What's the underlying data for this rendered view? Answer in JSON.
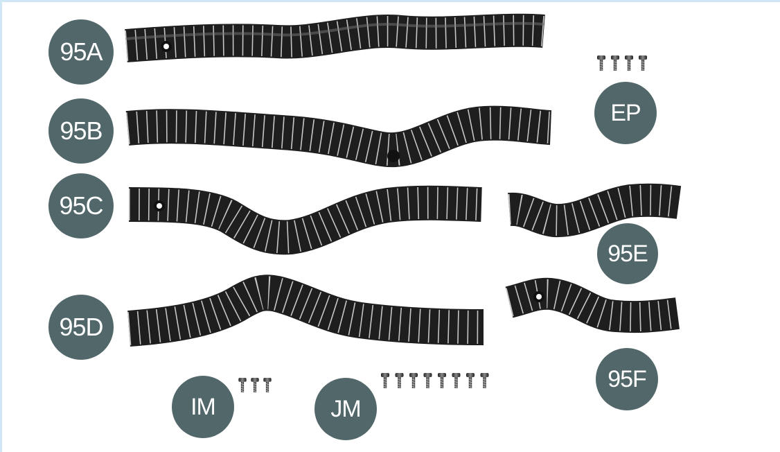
{
  "parts": {
    "hose_95a": {
      "label": "95A"
    },
    "hose_95b": {
      "label": "95B"
    },
    "hose_95c": {
      "label": "95C"
    },
    "hose_95d": {
      "label": "95D"
    },
    "hose_95e": {
      "label": "95E"
    },
    "hose_95f": {
      "label": "95F"
    },
    "screws_ep": {
      "label": "EP",
      "count": 4
    },
    "screws_im": {
      "label": "IM",
      "count": 3
    },
    "screws_jm": {
      "label": "JM",
      "count": 8
    }
  },
  "colors": {
    "badge": "#52676a",
    "badge_text": "#ffffff",
    "hose_dark": "#1e1e1e",
    "hose_rib": "#d8d8d8",
    "border": "#cfe6f5"
  }
}
